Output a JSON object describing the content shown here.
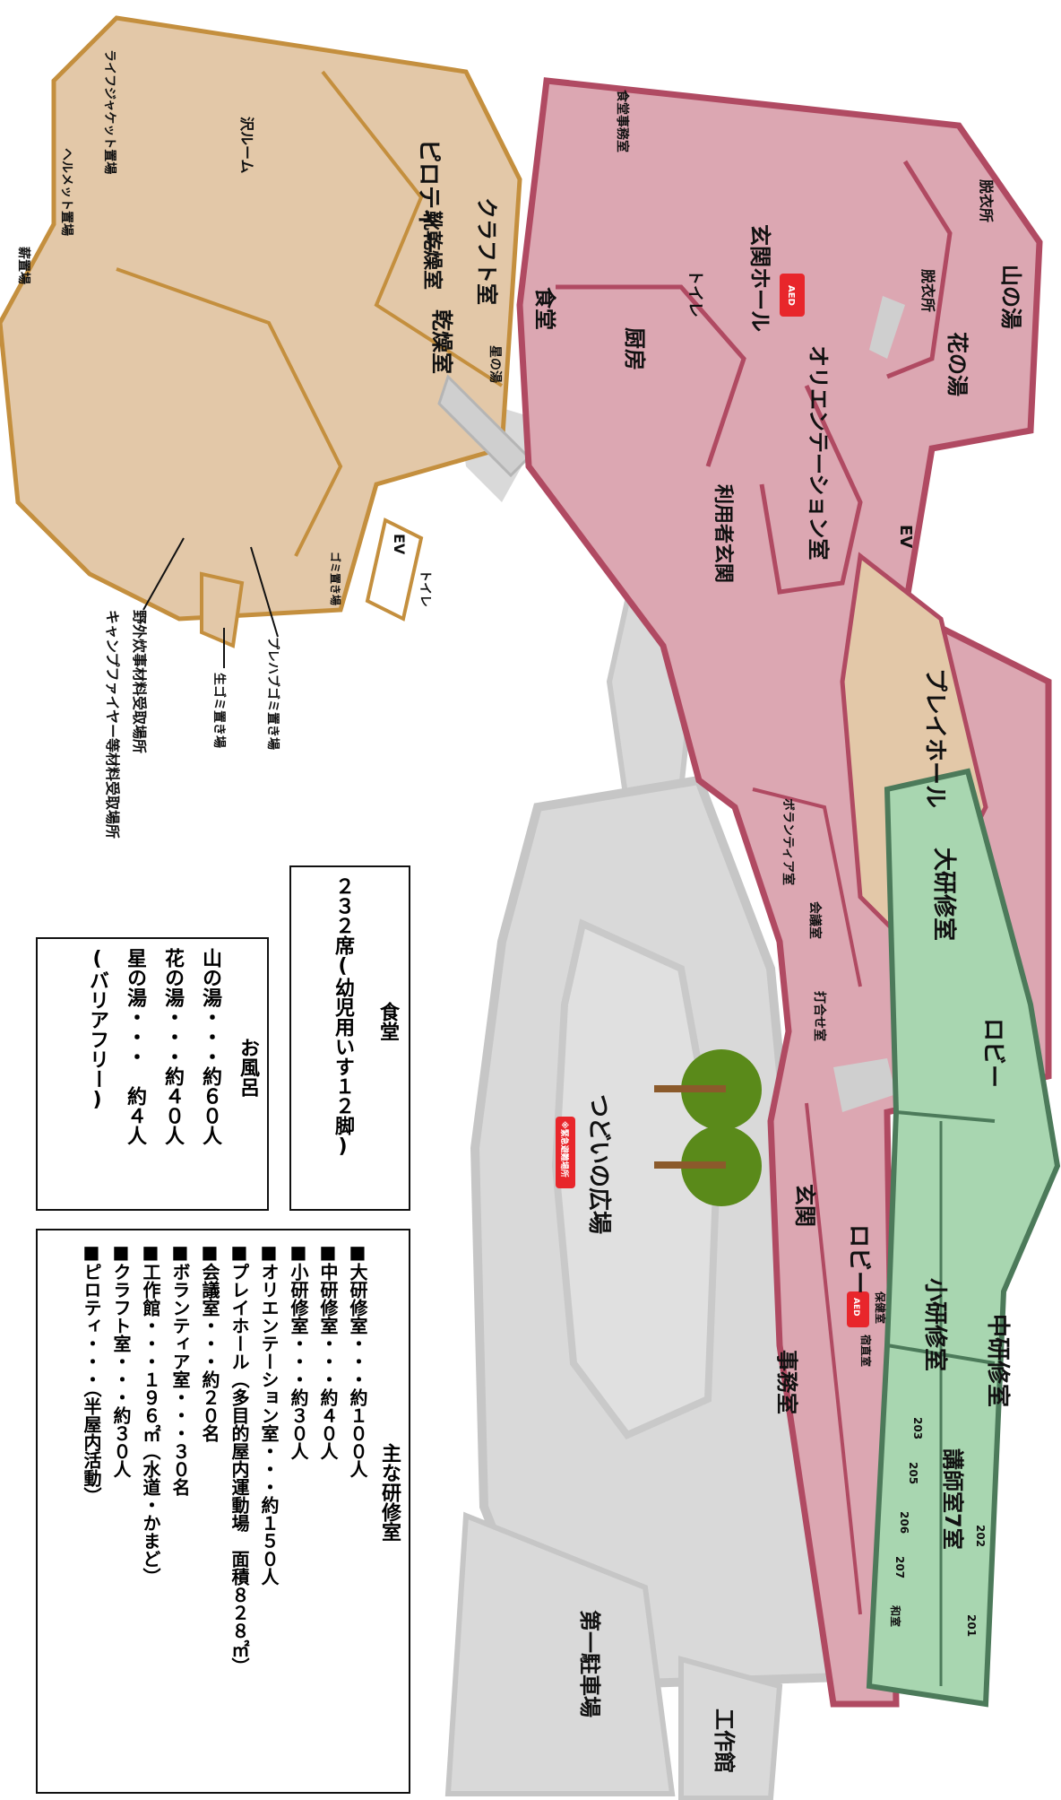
{
  "map": {
    "buildings": {
      "annex": {
        "pilotis": "ピロティー",
        "craft_room": "クラフト室",
        "boot_drying": "靴乾燥室",
        "drying_room": "乾燥室",
        "hoshi_bath": "星の湯",
        "sawa_room": "沢ルーム",
        "life_jacket": "ライフジャケット置場",
        "helmet": "ヘルメット置場",
        "firewood": "薪置場",
        "ev": "EV",
        "toilet": "トイレ",
        "trash": "ゴミ置き場"
      },
      "main": {
        "cafeteria_office": "食堂事務室",
        "cafeteria": "食堂",
        "kitchen": "厨房",
        "toilet": "トイレ",
        "entrance_hall": "玄関ホール",
        "aed": "AED",
        "dressing1": "脱衣所",
        "dressing2": "脱衣所",
        "yama_bath": "山の湯",
        "hana_bath": "花の湯",
        "orientation": "オリエンテーション室",
        "ev": "EV",
        "user_entrance": "利用者玄関",
        "play_hall": "プレイホール",
        "volunteer": "ボランティア室",
        "conference": "会議室",
        "meeting": "打合せ室"
      },
      "training": {
        "large_training": "大研修室",
        "lobby": "ロビー",
        "mid_training": "中研修室",
        "small_training": "小研修室",
        "instructor": "講師室7室",
        "rooms": [
          "202",
          "201",
          "203",
          "205",
          "206",
          "207",
          "和室"
        ]
      },
      "office_wing": {
        "lobby": "ロビー",
        "entrance": "玄関",
        "office": "事務室",
        "aed": "AED",
        "health_room": "保健室",
        "duty_room": "宿直室"
      },
      "plaza": "つどいの広場",
      "evac_badge": "※緊急避難場所",
      "parking": "第一駐車場",
      "workshop": "工作館"
    },
    "callouts": {
      "raw_trash": "生ゴミ置き場",
      "prefab_trash": "プレハブゴミ置き場",
      "outdoor_materials": "野外炊事材料受取場所",
      "campfire_materials": "キャンプファイヤー等材料受取場所"
    },
    "info_cafeteria": {
      "title": "食堂",
      "text": "２３２席(幼児用いす１２脚)"
    },
    "info_bath": {
      "title": "お風呂",
      "lines": [
        "山の湯・・・約６０人",
        "花の湯・・・約４０人",
        "星の湯・・・　約４人",
        "(バリアフリー)"
      ]
    },
    "info_rooms": {
      "title": "主な研修室",
      "lines": [
        "■大研修室・・・約１００人",
        "■中研修室・・・約４０人",
        "■小研修室・・・約３０人",
        "■オリエンテーション室・・・約１５０人",
        "■プレイホール（多目的屋内運動場　面積８２８㎡）",
        "■会議室・・・約２０名",
        "■ボランティア室・・・３０名",
        "■工作館・・・１９６㎡（水道・かまど）",
        "■クラフト室・・・約３０人",
        "■ピロティ・・・（半屋内活動）"
      ]
    },
    "colors": {
      "annex_fill": "#e3c8a8",
      "annex_stroke": "#c48f3e",
      "main_fill": "#dca7b2",
      "main_stroke": "#b04a62",
      "training_fill": "#a8d6b0",
      "training_stroke": "#4c7a5a",
      "path_fill": "#d9d9d9",
      "tree": "#5a8a1a",
      "aed": "#e8262b"
    }
  }
}
